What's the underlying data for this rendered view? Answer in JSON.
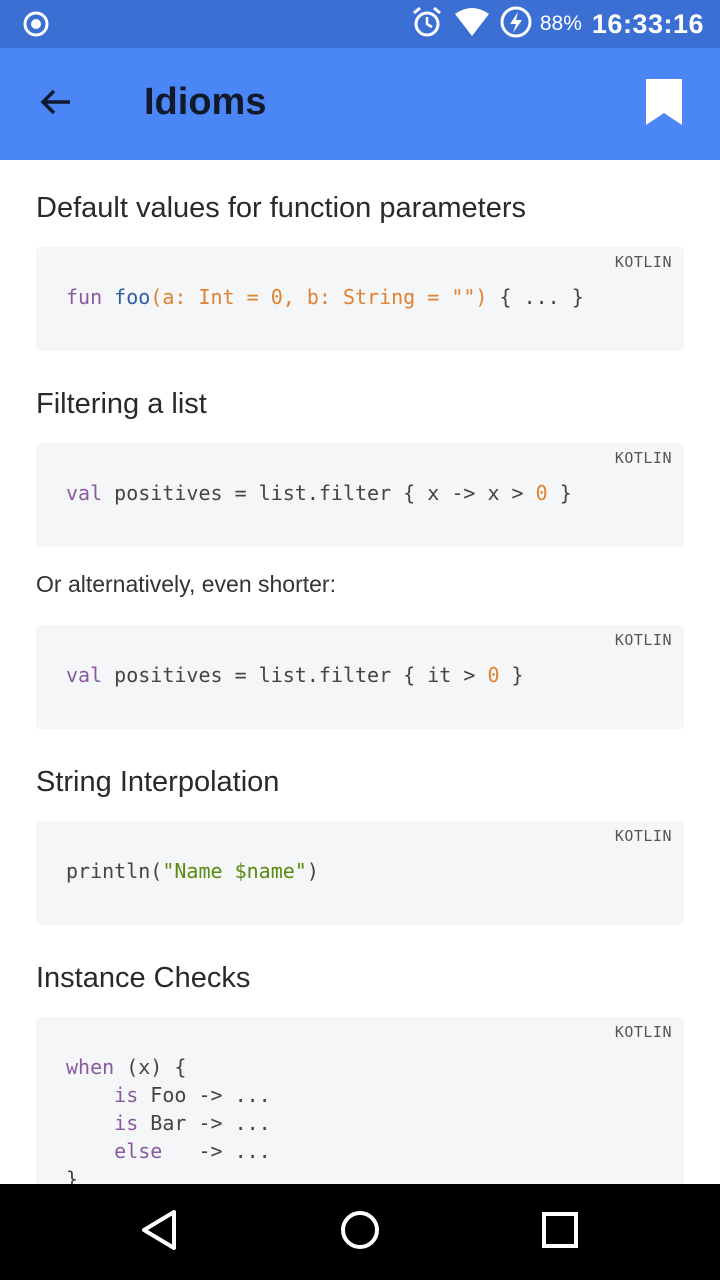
{
  "status_bar": {
    "battery_percent": "88%",
    "time": "16:33:16"
  },
  "app_bar": {
    "title": "Idioms"
  },
  "sections": [
    {
      "title": "Default values for function parameters",
      "lang": "KOTLIN",
      "code": {
        "kw_fun": "fun",
        "fn_name": "foo",
        "params": "(a: Int = 0, b: String = \"\")",
        "rest": " { ... }"
      }
    },
    {
      "title": "Filtering a list",
      "lang": "KOTLIN",
      "code": {
        "kw": "val",
        "body": " positives = list.filter { x -> x > ",
        "num": "0",
        "end": " }"
      },
      "alt_text": "Or alternatively, even shorter:",
      "alt_lang": "KOTLIN",
      "alt_code": {
        "kw": "val",
        "body": " positives = list.filter { it > ",
        "num": "0",
        "end": " }"
      }
    },
    {
      "title": "String Interpolation",
      "lang": "KOTLIN",
      "code": {
        "pre": "println(",
        "str": "\"Name $name\"",
        "post": ")"
      }
    },
    {
      "title": "Instance Checks",
      "lang": "KOTLIN",
      "code": {
        "l1_kw": "when",
        "l1_rest": " (x) {",
        "l2_kw": "is",
        "l2_rest": " Foo -> ...",
        "l3_kw": "is",
        "l3_rest": " Bar -> ...",
        "l4_kw": "else",
        "l4_rest": "   -> ...",
        "l5": "}"
      }
    }
  ],
  "icons": {
    "status_left": "circle-dot-icon",
    "alarm": "alarm-icon",
    "wifi": "wifi-icon",
    "battery": "battery-charging-icon",
    "back": "arrow-back-icon",
    "bookmark": "bookmark-icon",
    "nav_back": "triangle-back-icon",
    "nav_home": "circle-home-icon",
    "nav_recents": "square-recents-icon"
  },
  "colors": {
    "status_bar": "#3b6fd4",
    "app_bar": "#4a86f5",
    "code_bg": "#f5f6f8",
    "keyword": "#8a5a9e",
    "function": "#2f5f9f",
    "number": "#e0822f",
    "string": "#5a8a10"
  }
}
